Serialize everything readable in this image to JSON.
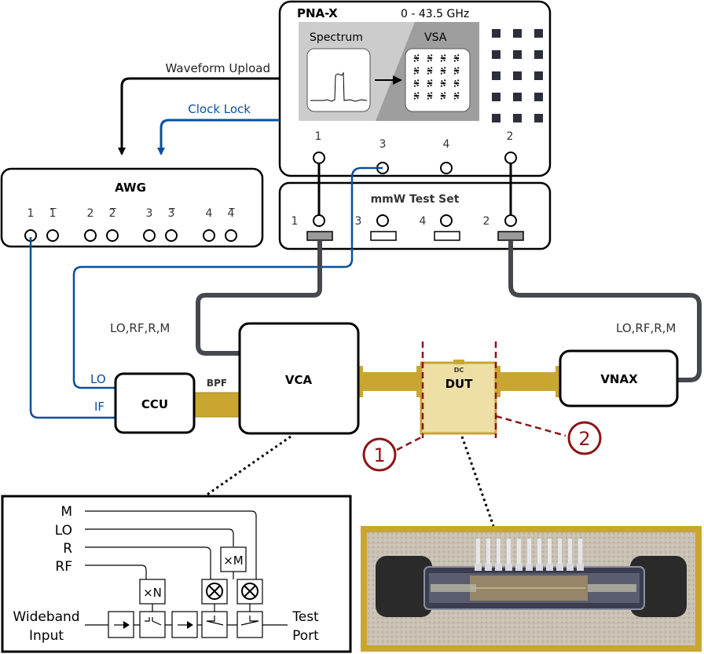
{
  "pna": {
    "title": "PNA-X",
    "range": "0 - 43.5 GHz",
    "spectrum": "Spectrum",
    "vsa": "VSA",
    "ports": [
      "1",
      "3",
      "4",
      "2"
    ]
  },
  "signals": {
    "waveform_upload": "Waveform Upload",
    "clock_lock": "Clock Lock"
  },
  "awg": {
    "title": "AWG",
    "ports": [
      "1",
      "1̅",
      "2",
      "2̅",
      "3",
      "3̅",
      "4",
      "4̅"
    ]
  },
  "testset": {
    "title": "mmW Test Set",
    "ports": [
      "1",
      "3",
      "4",
      "2"
    ]
  },
  "labels": {
    "lo_rf_r_m": "LO,RF,R,M",
    "lo": "LO",
    "if": "IF",
    "bpf": "BPF"
  },
  "blocks": {
    "ccu": "CCU",
    "vca": "VCA",
    "dut": "DUT",
    "dc": "DC",
    "vnax": "VNAX"
  },
  "markers": {
    "one": "1",
    "two": "2"
  },
  "inset": {
    "signals": [
      "M",
      "LO",
      "R",
      "RF"
    ],
    "xn": "×N",
    "xm": "×M",
    "input": [
      "Wideband",
      "Input"
    ],
    "output": [
      "Test",
      "Port"
    ]
  },
  "colors": {
    "blue": "#0a4f9c",
    "gray": "#45484f",
    "gold": "#c9a532",
    "red": "#8c1515"
  }
}
